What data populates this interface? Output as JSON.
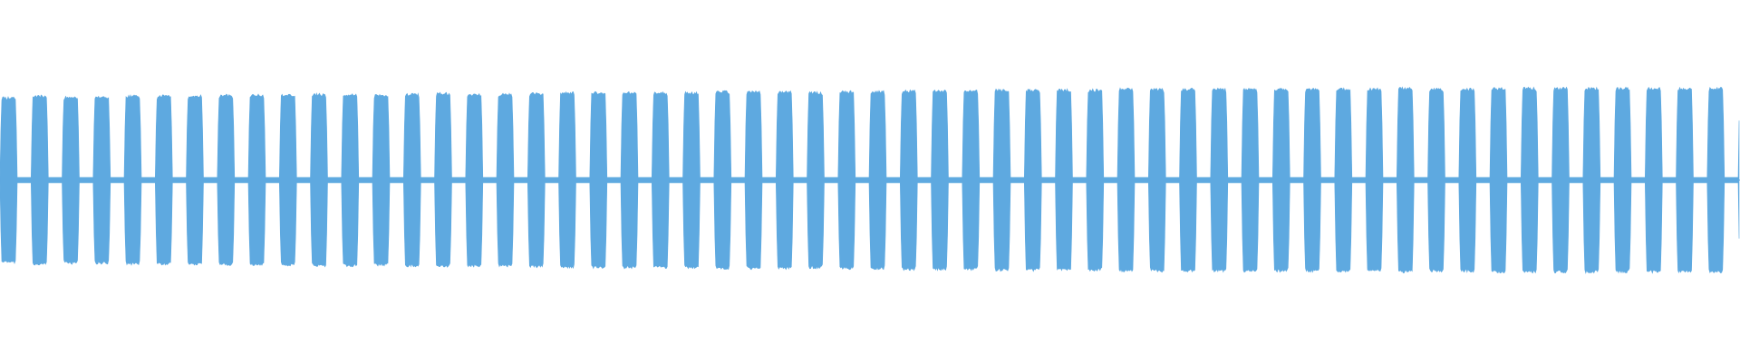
{
  "waveform": {
    "color": "#5ea9e0",
    "background": "#ffffff",
    "bursts": [
      0.95,
      0.97,
      0.96,
      0.96,
      0.97,
      0.97,
      0.97,
      0.98,
      0.98,
      0.98,
      0.99,
      0.99,
      0.98,
      0.99,
      1.0,
      0.99,
      0.99,
      1.0,
      1.01,
      1.01,
      1.01,
      1.01,
      1.01,
      1.02,
      1.02,
      1.02,
      1.01,
      1.02,
      1.02,
      1.03,
      1.03,
      1.03,
      1.04,
      1.04,
      1.04,
      1.04,
      1.05,
      1.05,
      1.05,
      1.05,
      1.05,
      1.05,
      1.05,
      1.05,
      1.05,
      1.06,
      1.05,
      1.05,
      1.06,
      1.06,
      1.06,
      1.06,
      1.06,
      1.06,
      1.06,
      1.06,
      1.07
    ],
    "gap_level": 0.02,
    "shimmer": 0.035
  }
}
